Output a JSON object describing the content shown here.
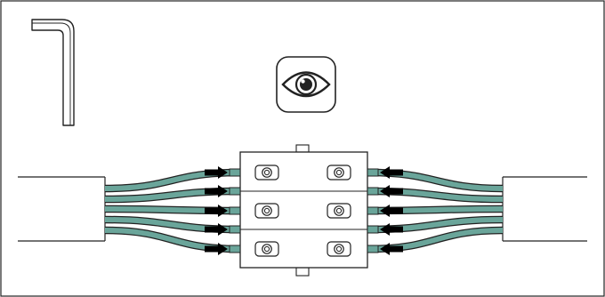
{
  "diagram": {
    "panel": {
      "border_color": "#222222",
      "background": "#ffffff"
    },
    "tool": {
      "name": "hex-key-icon"
    },
    "inspect": {
      "name": "eye-icon",
      "instruction": "visual-inspection"
    },
    "connector": {
      "rows": 3,
      "screws_per_side": 3,
      "tab_top": true,
      "tab_bottom": true
    },
    "cables": {
      "color": "#6aa59a",
      "outline": "#222222",
      "count_per_side": 5,
      "arrow_color": "#000000"
    },
    "left_duct": {
      "name": "left-cable-duct"
    },
    "right_duct": {
      "name": "right-cable-duct"
    }
  }
}
